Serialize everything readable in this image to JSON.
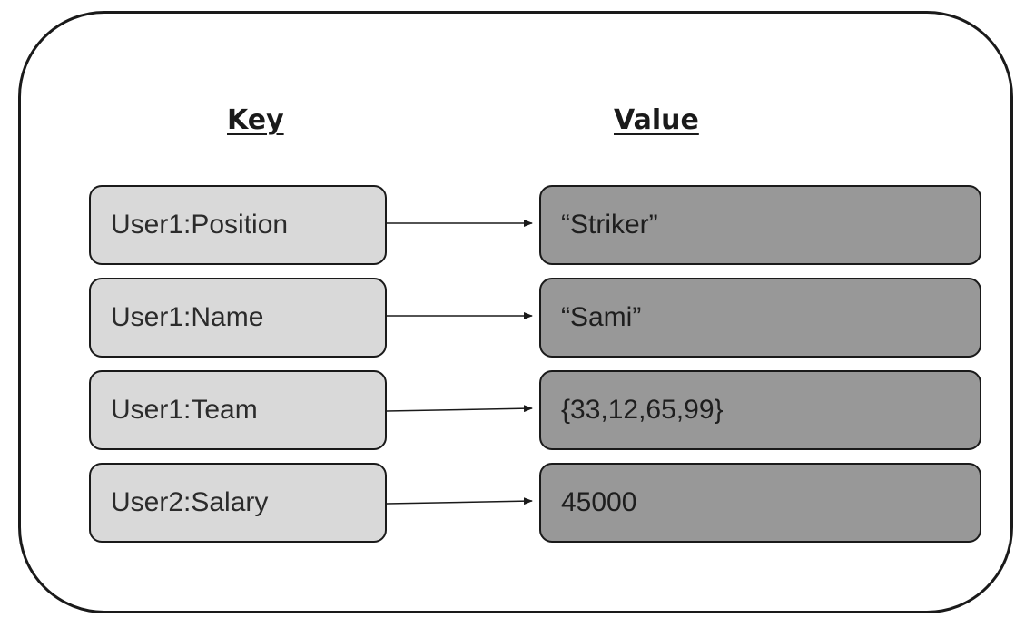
{
  "headers": {
    "key": "Key",
    "value": "Value"
  },
  "rows": [
    {
      "key": "User1:Position",
      "value": "“Striker”"
    },
    {
      "key": "User1:Name",
      "value": "“Sami”"
    },
    {
      "key": "User1:Team",
      "value": "{33,12,65,99}"
    },
    {
      "key": "User2:Salary",
      "value": "45000"
    }
  ],
  "colors": {
    "key_fill": "#d9d9d9",
    "value_fill": "#989898",
    "stroke": "#1a1a1a"
  }
}
